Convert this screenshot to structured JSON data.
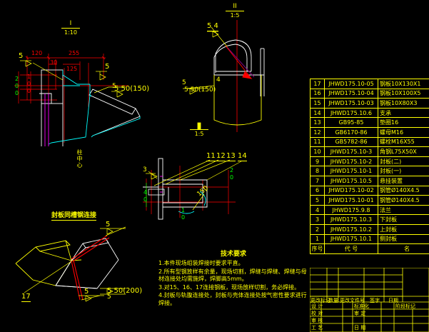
{
  "drawing": {
    "background_color": "#000000",
    "accent_yellow": "#ffff00",
    "accent_red": "#ff0000",
    "accent_cyan": "#00ffff",
    "accent_white": "#ffffff",
    "accent_green": "#00ff00",
    "accent_magenta": "#ff00ff"
  },
  "view_top_left": {
    "section_marker_top": "I",
    "section_marker_scale": "1:10",
    "weld_left_label": "5",
    "weld_right_label": "5",
    "weld_note": "5 50(150)",
    "weld_note_size": "5",
    "dim_120": "120",
    "dim_255": "255",
    "dim_30": "30",
    "dim_125": "125",
    "dim_100": "100",
    "dim_200": "200",
    "column_center_label": "柱中心"
  },
  "view_top_middle": {
    "section_marker_top": "II",
    "section_marker_scale": "1:5",
    "callout_54": "5 4",
    "weld_label_num": "5",
    "weld_note": "5 50(150)",
    "callout_4": "4",
    "section_marker_bottom": "I",
    "section_marker_bottom_scale": "1:5"
  },
  "view_middle_right": {
    "callouts": [
      "11",
      "12",
      "13",
      "14"
    ],
    "dim_40": "40",
    "dim_10": "10",
    "dim_20": "20",
    "dim_150": "150",
    "weld_label": "3"
  },
  "view_bottom_left": {
    "title": "封板同槽钢连接",
    "weld_top": "5",
    "weld_bottom": "5",
    "weld_note": "5 50(200)",
    "weld_note_size": "5",
    "callout_17": "17"
  },
  "tech_notes": {
    "title": "技术要求",
    "items": [
      "1.本件现场组装焊接时要求平直。",
      "2.所有型钢放样有余量，现场切割，焊缝与焊缝、焊缝与母材连接处均需施焊，焊脚高5mm。",
      "3.对15、16、17连接钢板，现场放样切割，务必焊接。",
      "4.封板与轨腹连接处，封板与壳体连接处按气密性要求进行焊接。"
    ]
  },
  "parts_table": {
    "columns": [
      "序号",
      "代    号",
      "名"
    ],
    "rows": [
      {
        "no": "17",
        "code": "JHWD175.10-05",
        "name": "钢板10X130X1"
      },
      {
        "no": "16",
        "code": "JHWD175.10-04",
        "name": "钢板10X100X5"
      },
      {
        "no": "15",
        "code": "JHWD175.10-03",
        "name": "钢板10X80X3"
      },
      {
        "no": "14",
        "code": "JHWD175.10.6",
        "name": "支承"
      },
      {
        "no": "13",
        "code": "GB95-85",
        "name": "垫圈16"
      },
      {
        "no": "12",
        "code": "GB6170-86",
        "name": "螺母M16"
      },
      {
        "no": "11",
        "code": "GB5782-86",
        "name": "螺栓M16X55"
      },
      {
        "no": "10",
        "code": "JHWD175.10-3",
        "name": "角钢L75X50X"
      },
      {
        "no": "9",
        "code": "JHWD175.10-2",
        "name": "封板(二)"
      },
      {
        "no": "8",
        "code": "JHWD175.10-1",
        "name": "封板(一)"
      },
      {
        "no": "7",
        "code": "JHWD175.10.5",
        "name": "悬挂装置"
      },
      {
        "no": "6",
        "code": "JHWD175.10-02",
        "name": "钢管Ø140X4.5"
      },
      {
        "no": "5",
        "code": "JHWD175.10-01",
        "name": "钢管Ø140X4.5"
      },
      {
        "no": "4",
        "code": "JHWD175.9.8",
        "name": "法兰"
      },
      {
        "no": "3",
        "code": "JHWD175.10.3",
        "name": "下封板"
      },
      {
        "no": "2",
        "code": "JHWD175.10.2",
        "name": "上封板"
      },
      {
        "no": "1",
        "code": "JHWD175.10.1",
        "name": "侧封板"
      }
    ]
  },
  "title_block": {
    "rev_headers": [
      "更改标记",
      "数量",
      "更改文件号",
      "签字",
      "日期"
    ],
    "left_labels": [
      "设  计",
      "校  对",
      "审  核",
      "工  艺"
    ],
    "mid_labels": [
      "标准化",
      "审  定",
      "",
      "日  期"
    ],
    "stage_label": "阶段标记"
  }
}
